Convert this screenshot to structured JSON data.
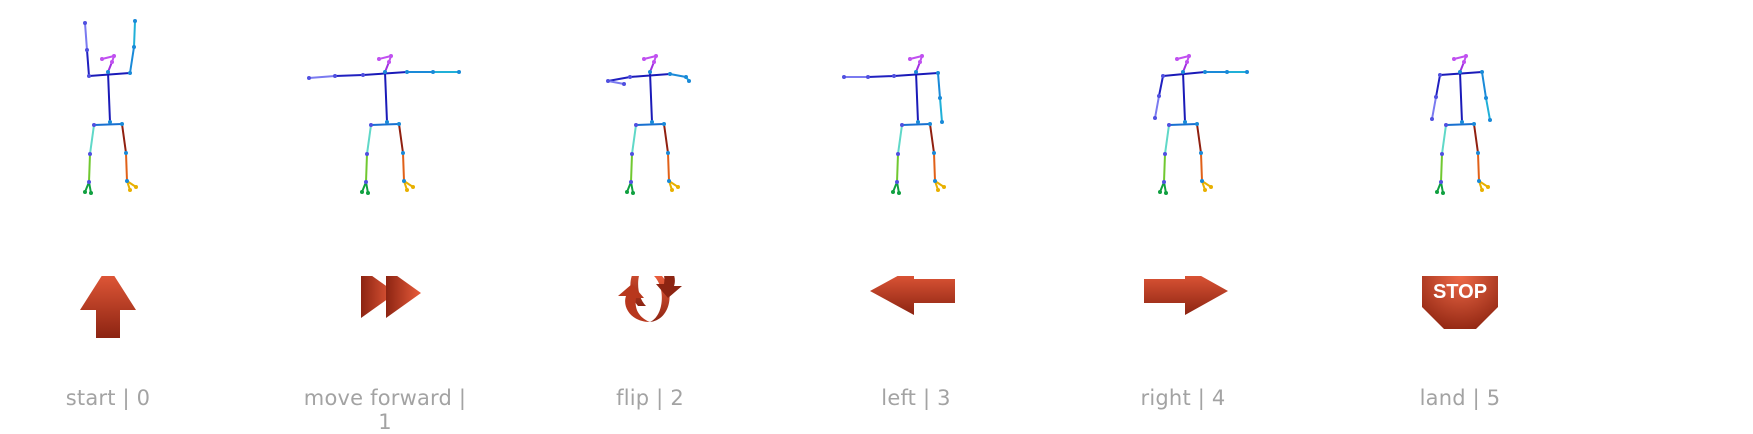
{
  "commands": [
    {
      "label": "start | 0",
      "icon": "up-arrow-icon",
      "pose": "arms-raised"
    },
    {
      "label": "move forward | 1",
      "icon": "fast-forward-icon",
      "pose": "arms-spread"
    },
    {
      "label": "flip | 2",
      "icon": "flip-rotate-icon",
      "pose": "arms-crossed-forward"
    },
    {
      "label": "left | 3",
      "icon": "left-arrow-icon",
      "pose": "left-arm-out"
    },
    {
      "label": "right | 4",
      "icon": "right-arrow-icon",
      "pose": "right-arm-out"
    },
    {
      "label": "land | 5",
      "icon": "stop-sign-icon",
      "pose": "arms-down",
      "icon_text": "STOP"
    }
  ],
  "colors": {
    "label": "#a3a3a3",
    "icon_dark": "#8a2311",
    "icon_light": "#e8593a",
    "skeleton_torso": "#1a1ab8",
    "skeleton_head": "#a030e0"
  }
}
